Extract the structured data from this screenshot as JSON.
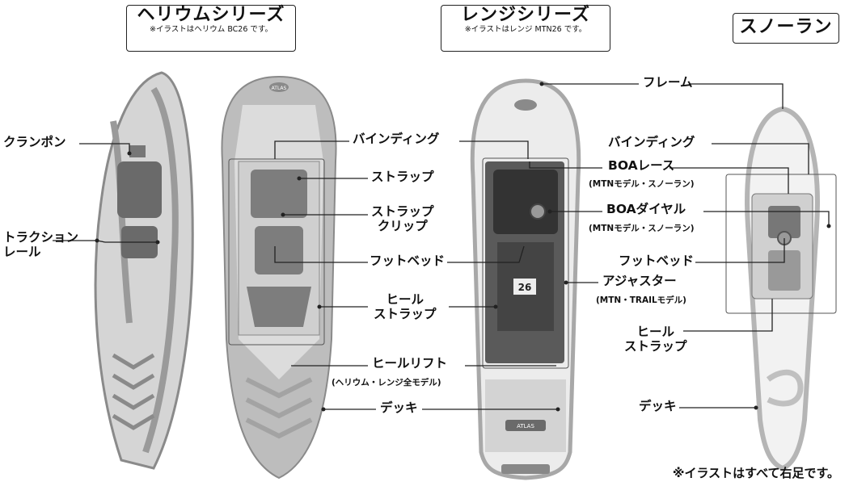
{
  "series": {
    "helium": {
      "title": "ヘリウムシリーズ",
      "note": "※イラストはヘリウム BC26 です。"
    },
    "range": {
      "title": "レンジシリーズ",
      "note": "※イラストはレンジ MTN26 です。"
    },
    "snowrun": {
      "title": "スノーラン"
    }
  },
  "labels": {
    "crampon": "クランポン",
    "traction_rail_1": "トラクション",
    "traction_rail_2": "レール",
    "binding_center": "バインディング",
    "strap": "ストラップ",
    "strap_clip_1": "ストラップ",
    "strap_clip_2": "クリップ",
    "footbed_center": "フットベッド",
    "heel_strap_center_1": "ヒール",
    "heel_strap_center_2": "ストラップ",
    "heel_lift": "ヒールリフト",
    "heel_lift_note": "(ヘリウム・レンジ全モデル)",
    "deck_center": "デッキ",
    "frame": "フレーム",
    "binding_right": "バインディング",
    "boa_lace": "BOAレース",
    "boa_lace_note": "(MTNモデル・スノーラン)",
    "boa_dial": "BOAダイヤル",
    "boa_dial_note": "(MTNモデル・スノーラン)",
    "footbed_right": "フットベッド",
    "adjuster": "アジャスター",
    "adjuster_note": "(MTN・TRAILモデル)",
    "heel_strap_right_1": "ヒール",
    "heel_strap_right_2": "ストラップ",
    "deck_right": "デッキ"
  },
  "deck_brand": "ATLAS",
  "range_size": "26",
  "footnote": "※イラストはすべて右足です。",
  "colors": {
    "frame_gray": "#9a9a9a",
    "deck_gray": "#c9c9c9",
    "dark": "#3a3a3a",
    "line": "#222222"
  }
}
